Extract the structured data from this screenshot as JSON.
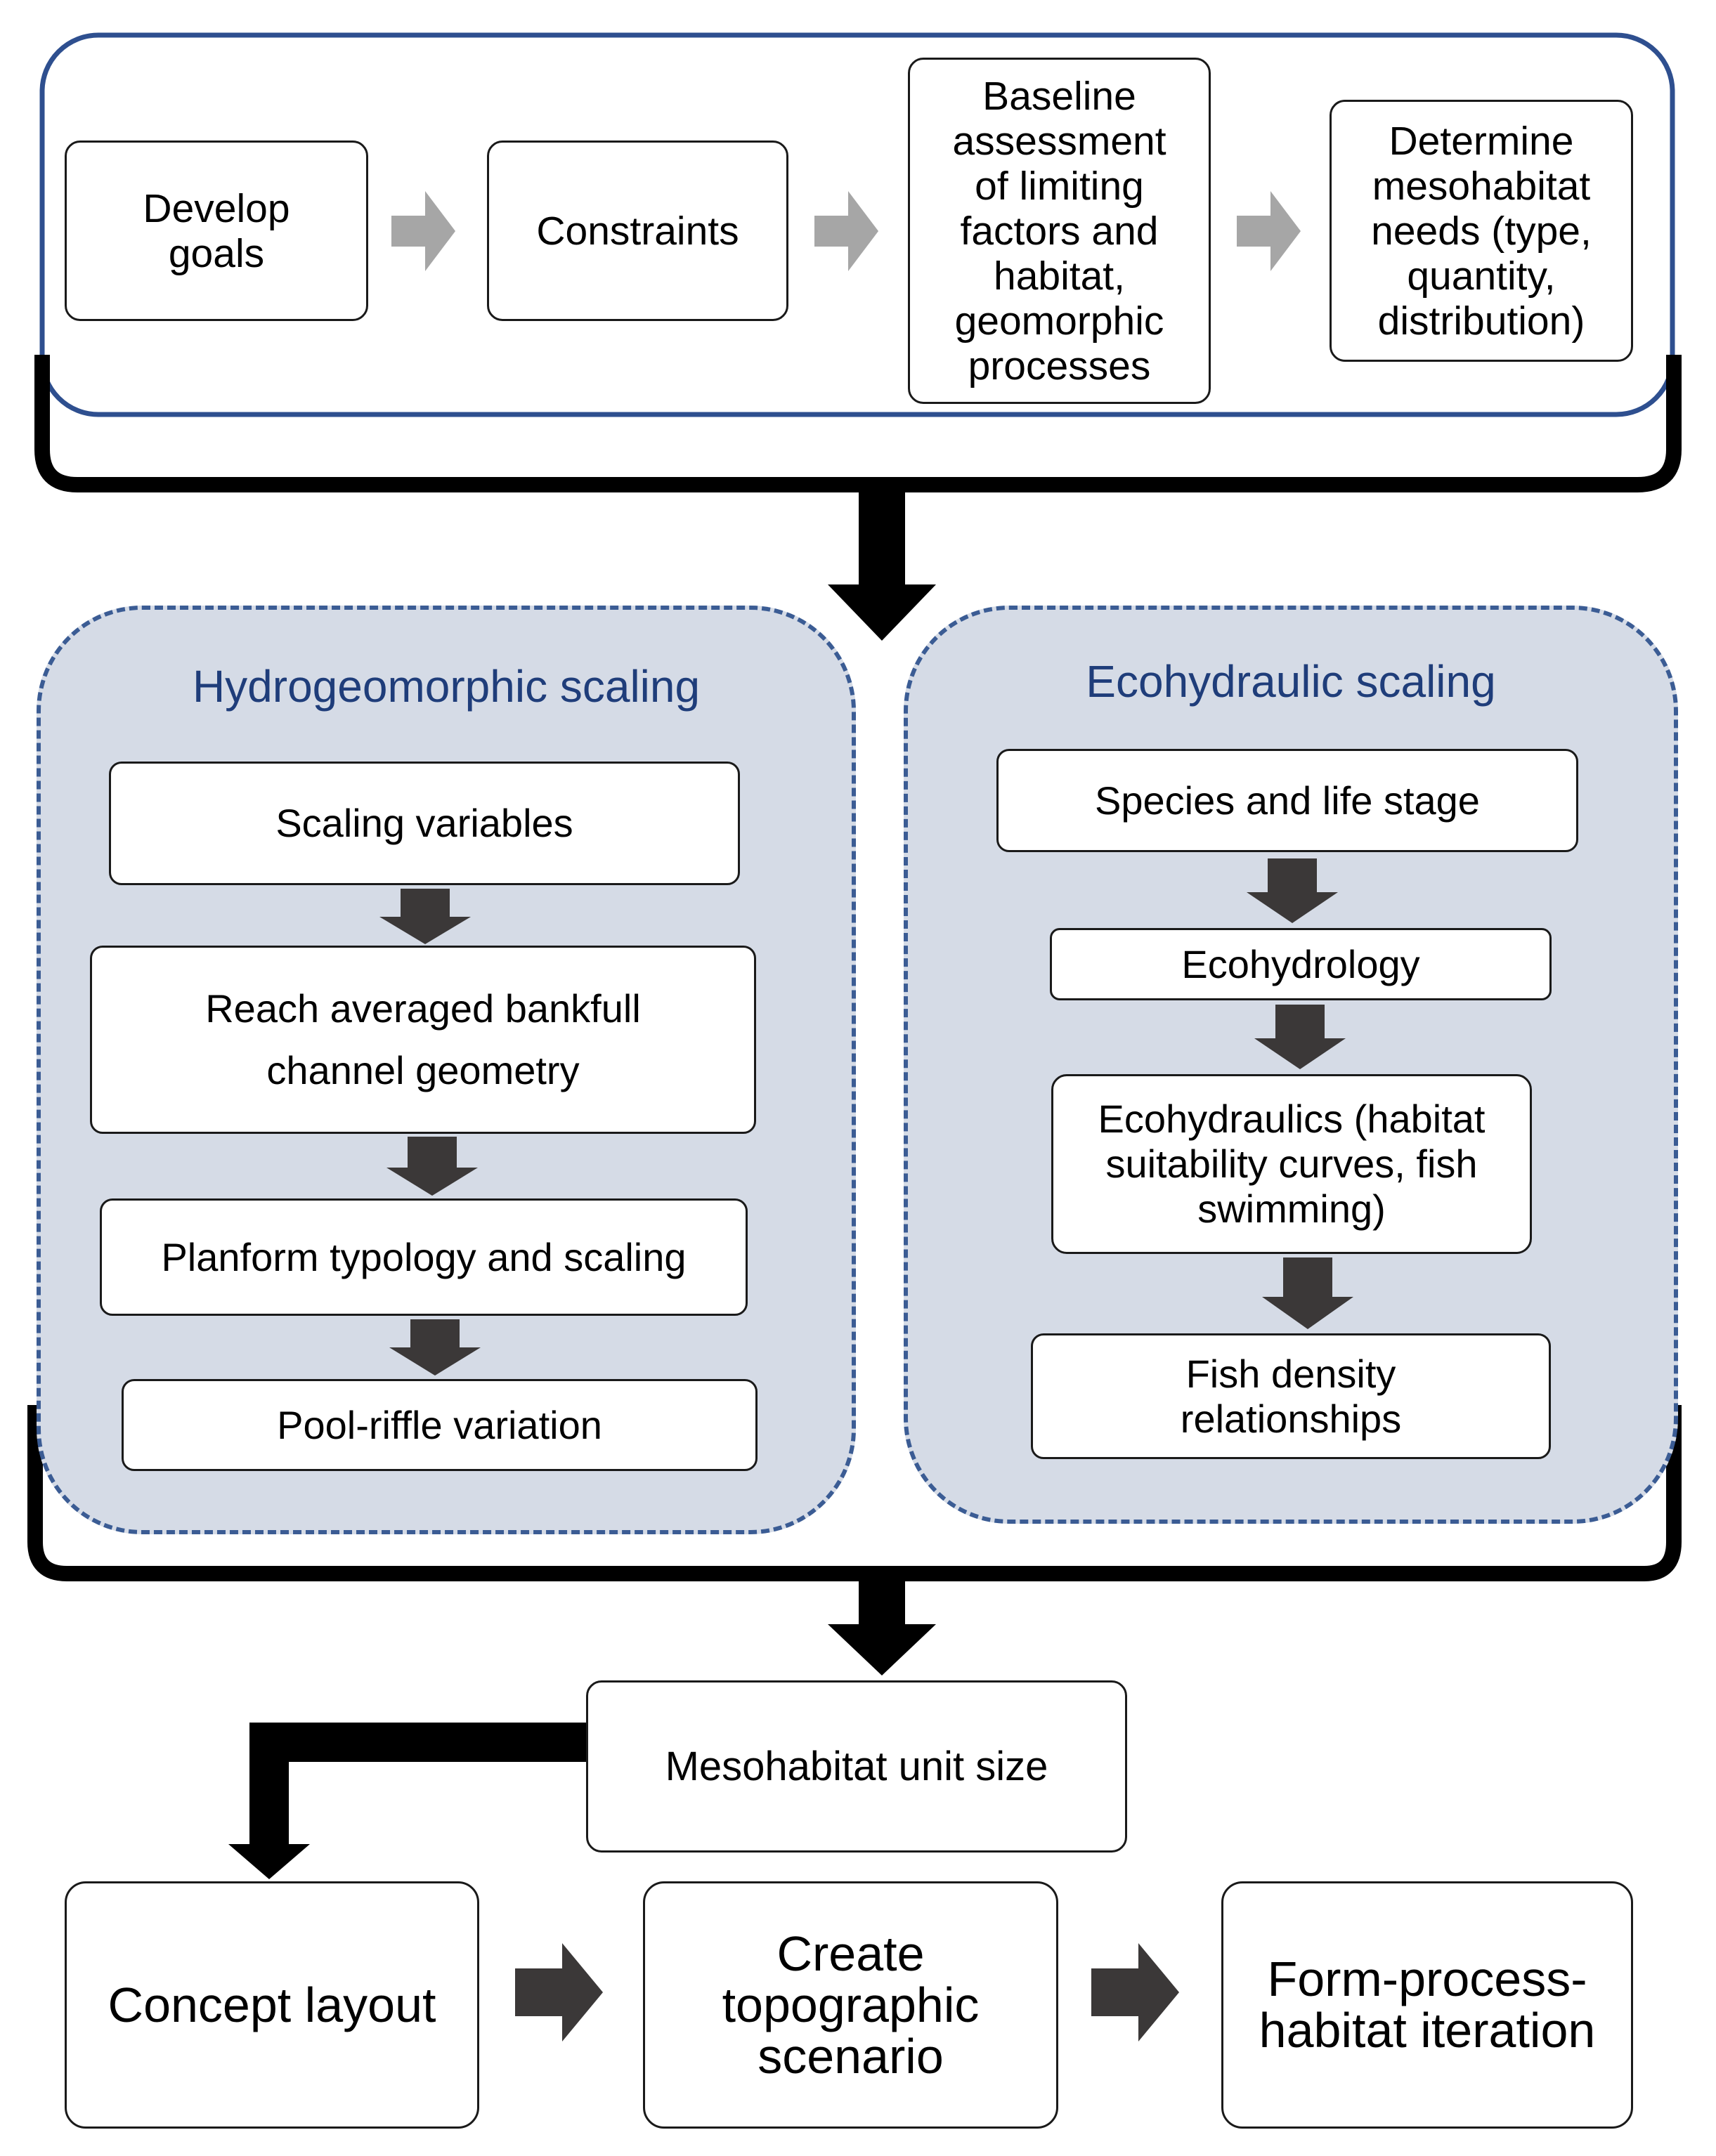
{
  "colors": {
    "top_frame_border": "#2e4f8f",
    "group_fill": "#d5dbe6",
    "group_border": "#3b5c94",
    "group_title": "#1f3d7a",
    "light_arrow": "#a6a6a6",
    "dark_arrow": "#3b3838",
    "bracket": "#000000"
  },
  "planning": {
    "steps": [
      "Develop\ngoals",
      "Constraints",
      "Baseline\nassessment\nof limiting\nfactors and\nhabitat,\ngeomorphic\nprocesses",
      "Determine\nmesohabitat\nneeds (type,\nquantity,\ndistribution)"
    ]
  },
  "hydrogeomorphic": {
    "title": "Hydrogeomorphic scaling",
    "steps": [
      "Scaling variables",
      "Reach averaged bankfull\nchannel geometry",
      "Planform typology and scaling",
      "Pool-riffle variation"
    ]
  },
  "ecohydraulic": {
    "title": "Ecohydraulic scaling",
    "steps": [
      "Species and life stage",
      "Ecohydrology",
      "Ecohydraulics (habitat\nsuitability curves, fish\nswimming)",
      "Fish density\nrelationships"
    ]
  },
  "mesohabitat": {
    "label": "Mesohabitat unit size"
  },
  "design": {
    "steps": [
      "Concept layout",
      "Create\ntopographic\nscenario",
      "Form-process-\nhabitat iteration"
    ]
  }
}
